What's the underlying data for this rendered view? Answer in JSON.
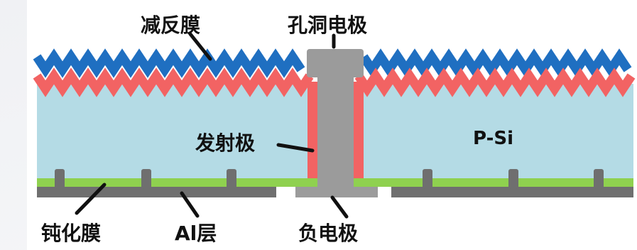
{
  "diagram": {
    "labels": {
      "anti_reflection_film": "减反膜",
      "hole_electrode": "孔洞电极",
      "emitter": "发射极",
      "substrate": "P-Si",
      "passivation_film": "钝化膜",
      "al_layer": "Al层",
      "negative_electrode": "负电极"
    },
    "colors": {
      "anti_reflection": "#1f6fc1",
      "emitter": "#f26363",
      "silicon": "#b4dbe5",
      "passivation": "#8fd14f",
      "electrode": "#9b9b9b",
      "aluminum": "#6f6f6f",
      "background": "#f3f4f6"
    }
  }
}
